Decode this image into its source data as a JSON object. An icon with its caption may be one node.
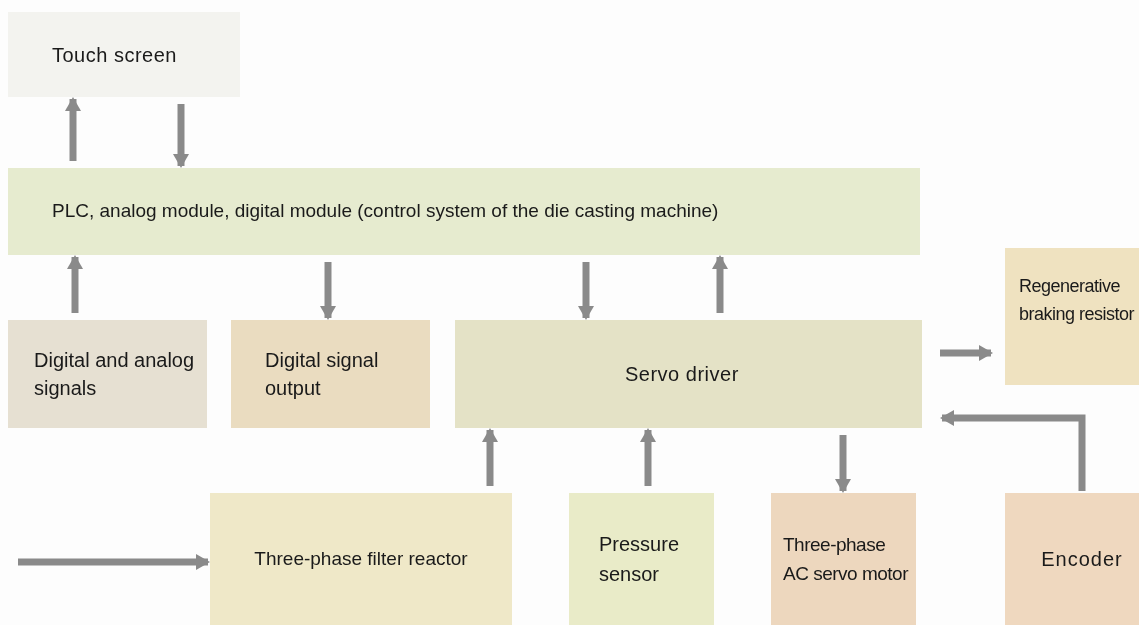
{
  "diagram": {
    "nodes": [
      {
        "text": [
          "Touch screen"
        ]
      },
      {
        "text": [
          "PLC, analog module, digital module (control system of the die casting machine)"
        ]
      },
      {
        "text": [
          "Digital and analog signals"
        ]
      },
      {
        "text": [
          "Digital signal output"
        ]
      },
      {
        "text": [
          "Servo driver"
        ]
      },
      {
        "text": [
          "Regenerative braking resistor"
        ]
      },
      {
        "text": [
          "Three-phase filter reactor"
        ]
      },
      {
        "text": [
          "Pressure sensor"
        ]
      },
      {
        "text": [
          "Three-phase AC servo motor"
        ]
      },
      {
        "text": [
          "Encoder"
        ]
      }
    ],
    "edges": [
      {
        "from": 1,
        "to": 0,
        "arrow": "to"
      },
      {
        "from": 0,
        "to": 1,
        "arrow": "to"
      },
      {
        "from": 2,
        "to": 1,
        "arrow": "to"
      },
      {
        "from": 1,
        "to": 3,
        "arrow": "to"
      },
      {
        "from": 1,
        "to": 4,
        "arrow": "to"
      },
      {
        "from": 4,
        "to": 1,
        "arrow": "to"
      },
      {
        "from": 4,
        "to": 5,
        "arrow": "to"
      },
      {
        "from": 9,
        "to": 4,
        "arrow": "to"
      },
      {
        "from": 6,
        "to": 4,
        "arrow": "to"
      },
      {
        "from": 7,
        "to": 4,
        "arrow": "to"
      },
      {
        "from": 4,
        "to": 8,
        "arrow": "to"
      },
      {
        "from": null,
        "to": 6,
        "arrow": "to"
      }
    ]
  }
}
